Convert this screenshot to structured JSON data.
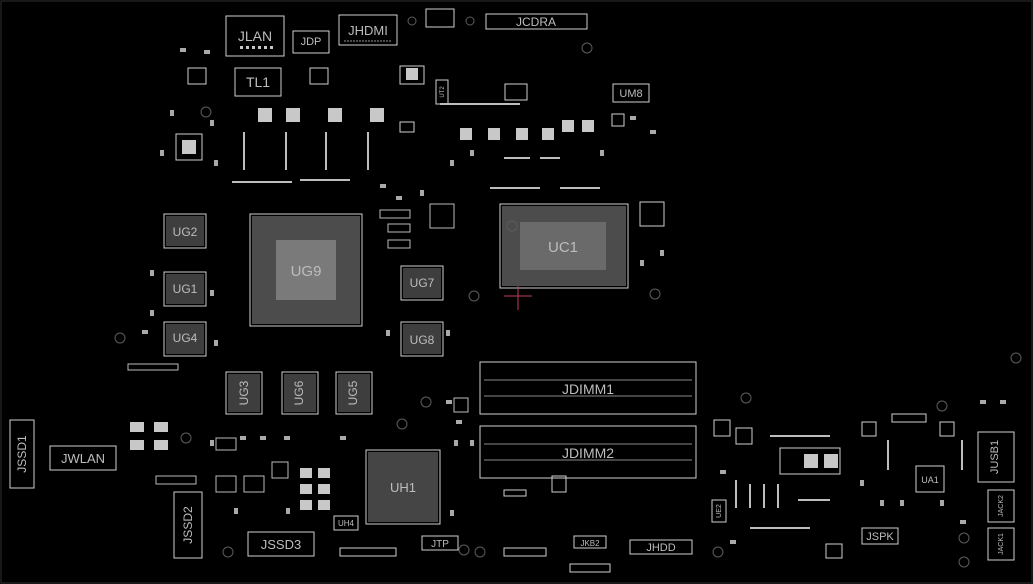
{
  "board": {
    "background": "#000000",
    "silkscreen_color": "#cfcfcf",
    "cursor_color": "#c0405a"
  },
  "labels": {
    "jlan": "JLAN",
    "jhdmi": "JHDMI",
    "jcdra": "JCDRA",
    "jdp": "JDP",
    "tl1": "TL1",
    "um8": "UM8",
    "ug2": "UG2",
    "ug1": "UG1",
    "ug4": "UG4",
    "ug9": "UG9",
    "ug7": "UG7",
    "ug8": "UG8",
    "ug3": "UG3",
    "ug6": "UG6",
    "ug5": "UG5",
    "uc1": "UC1",
    "jdimm1": "JDIMM1",
    "jdimm2": "JDIMM2",
    "jssd1": "JSSD1",
    "jwlan": "JWLAN",
    "jssd2": "JSSD2",
    "jssd3": "JSSD3",
    "uh1": "UH1",
    "uh4": "UH4",
    "jtp": "JTP",
    "jkb2": "JKB2",
    "jhdd": "JHDD",
    "jspk": "JSPK",
    "ua1": "UA1",
    "jusb1": "JUSB1",
    "jack2": "JACK2",
    "jack1": "JACK1",
    "ue2": "UE2",
    "ut2": "UT2"
  }
}
